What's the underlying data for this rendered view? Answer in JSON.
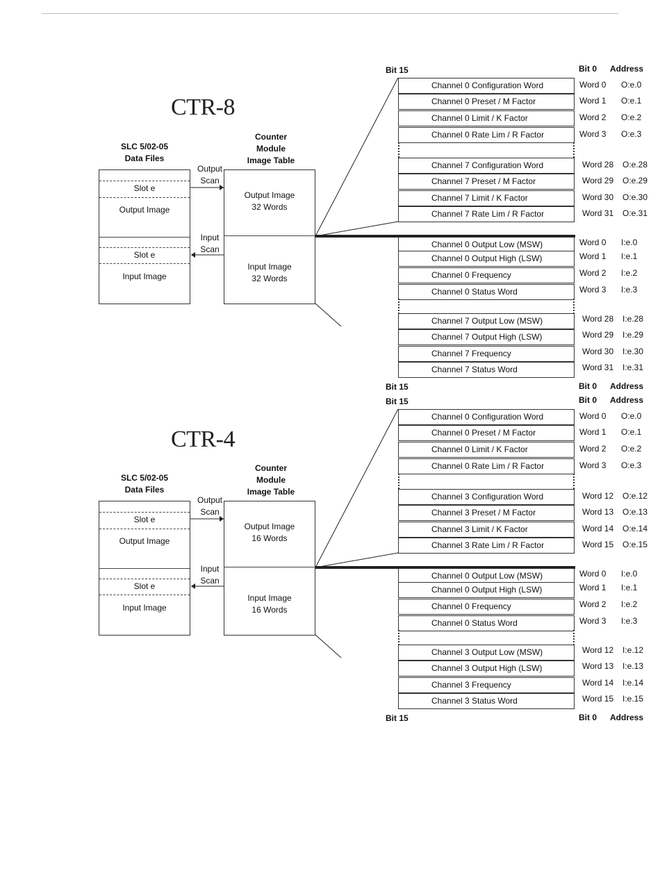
{
  "bit15": "Bit 15",
  "bit0": "Bit 0",
  "address": "Address",
  "slc_files": "SLC 5/02-05\nData Files",
  "module_table": "Counter\nModule\nImage Table",
  "output_scan": "Output\nScan",
  "input_scan": "Input\nScan",
  "slot": "Slot e",
  "output_image": "Output Image",
  "input_image": "Input Image",
  "diagrams": [
    {
      "title": "CTR-8",
      "output_words": "Output Image\n32 Words",
      "input_words": "Input Image\n32 Words",
      "output_rows": [
        {
          "label": "Channel 0 Configuration Word",
          "word": "Word 0",
          "addr": "O:e.0"
        },
        {
          "label": "Channel 0 Preset / M Factor",
          "word": "Word 1",
          "addr": "O:e.1"
        },
        {
          "label": "Channel 0 Limit / K Factor",
          "word": "Word 2",
          "addr": "O:e.2"
        },
        {
          "label": "Channel 0 Rate Lim / R Factor",
          "word": "Word 3",
          "addr": "O:e.3"
        },
        {
          "label": "Channel 7 Configuration Word",
          "word": "Word 28",
          "addr": "O:e.28"
        },
        {
          "label": "Channel 7 Preset / M Factor",
          "word": "Word 29",
          "addr": "O:e.29"
        },
        {
          "label": "Channel 7 Limit / K Factor",
          "word": "Word 30",
          "addr": "O:e.30"
        },
        {
          "label": "Channel 7 Rate Lim / R Factor",
          "word": "Word 31",
          "addr": "O:e.31"
        }
      ],
      "input_rows": [
        {
          "label": "Channel 0 Output Low (MSW)",
          "word": "Word 0",
          "addr": "I:e.0"
        },
        {
          "label": "Channel 0 Output High (LSW)",
          "word": "Word 1",
          "addr": "I:e.1"
        },
        {
          "label": "Channel 0 Frequency",
          "word": "Word 2",
          "addr": "I:e.2"
        },
        {
          "label": "Channel 0 Status Word",
          "word": "Word 3",
          "addr": "I:e.3"
        },
        {
          "label": "Channel 7 Output Low (MSW)",
          "word": "Word 28",
          "addr": "I:e.28"
        },
        {
          "label": "Channel 7 Output High (LSW)",
          "word": "Word 29",
          "addr": "I:e.29"
        },
        {
          "label": "Channel 7 Frequency",
          "word": "Word 30",
          "addr": "I:e.30"
        },
        {
          "label": "Channel 7 Status Word",
          "word": "Word 31",
          "addr": "I:e.31"
        }
      ]
    },
    {
      "title": "CTR-4",
      "output_words": "Output Image\n16 Words",
      "input_words": "Input Image\n16 Words",
      "output_rows": [
        {
          "label": "Channel 0 Configuration Word",
          "word": "Word 0",
          "addr": "O:e.0"
        },
        {
          "label": "Channel 0 Preset / M Factor",
          "word": "Word 1",
          "addr": "O:e.1"
        },
        {
          "label": "Channel 0 Limit / K Factor",
          "word": "Word 2",
          "addr": "O:e.2"
        },
        {
          "label": "Channel 0 Rate Lim / R Factor",
          "word": "Word 3",
          "addr": "O:e.3"
        },
        {
          "label": "Channel 3 Configuration Word",
          "word": "Word 12",
          "addr": "O:e.12"
        },
        {
          "label": "Channel 3 Preset / M Factor",
          "word": "Word 13",
          "addr": "O:e.13"
        },
        {
          "label": "Channel 3 Limit / K Factor",
          "word": "Word 14",
          "addr": "O:e.14"
        },
        {
          "label": "Channel 3 Rate Lim / R Factor",
          "word": "Word 15",
          "addr": "O:e.15"
        }
      ],
      "input_rows": [
        {
          "label": "Channel 0 Output Low (MSW)",
          "word": "Word 0",
          "addr": "I:e.0"
        },
        {
          "label": "Channel 0 Output High (LSW)",
          "word": "Word 1",
          "addr": "I:e.1"
        },
        {
          "label": "Channel 0 Frequency",
          "word": "Word 2",
          "addr": "I:e.2"
        },
        {
          "label": "Channel 0 Status Word",
          "word": "Word 3",
          "addr": "I:e.3"
        },
        {
          "label": "Channel 3 Output Low (MSW)",
          "word": "Word 12",
          "addr": "I:e.12"
        },
        {
          "label": "Channel 3 Output High (LSW)",
          "word": "Word 13",
          "addr": "I:e.13"
        },
        {
          "label": "Channel 3 Frequency",
          "word": "Word 14",
          "addr": "I:e.14"
        },
        {
          "label": "Channel 3 Status Word",
          "word": "Word 15",
          "addr": "I:e.15"
        }
      ]
    }
  ]
}
